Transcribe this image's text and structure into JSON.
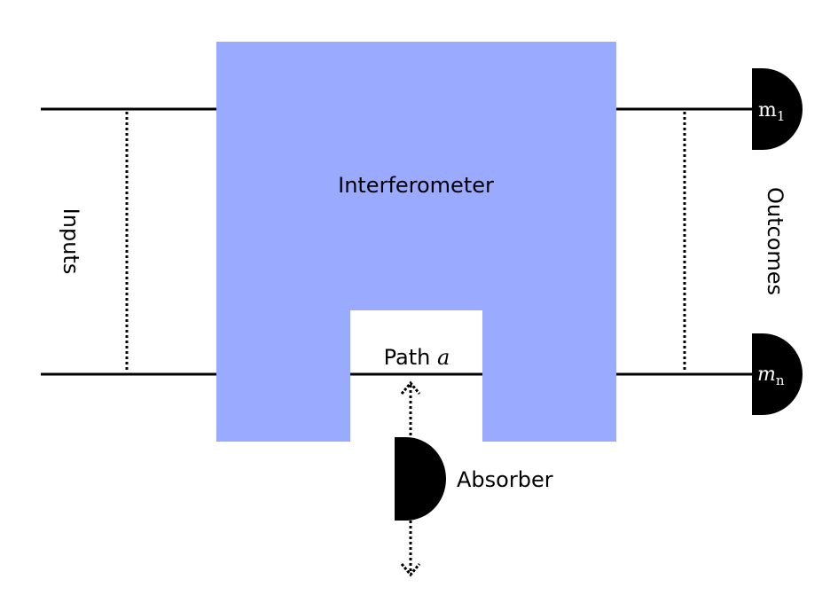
{
  "labels": {
    "interferometer": "Interferometer",
    "path_prefix": "Path ",
    "path_var": "a",
    "absorber": "Absorber",
    "inputs": "Inputs",
    "outcomes": "Outcomes"
  },
  "detectors": [
    {
      "main": "m",
      "sub": "1"
    },
    {
      "main": "m",
      "sub": "n"
    }
  ],
  "colors": {
    "box": "#99aaff",
    "line": "#000000",
    "detector": "#000000",
    "detector_text": "#ffffff"
  }
}
